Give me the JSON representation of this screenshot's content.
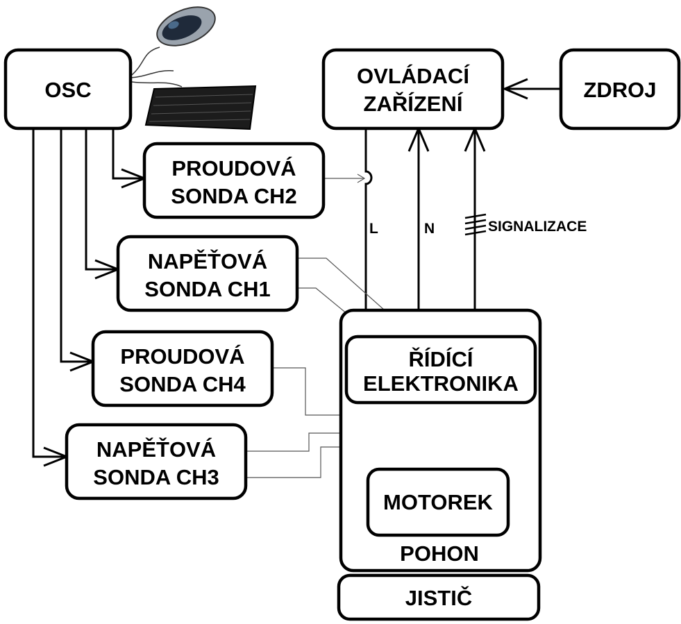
{
  "osc": "OSC",
  "control": {
    "line1": "OVLÁDACÍ",
    "line2": "ZAŘÍZENÍ"
  },
  "source": "ZDROJ",
  "probe_ch2": {
    "line1": "PROUDOVÁ",
    "line2": "SONDA CH2"
  },
  "probe_ch1": {
    "line1": "NAPĚŤOVÁ",
    "line2": "SONDA CH1"
  },
  "probe_ch4": {
    "line1": "PROUDOVÁ",
    "line2": "SONDA CH4"
  },
  "probe_ch3": {
    "line1": "NAPĚŤOVÁ",
    "line2": "SONDA CH3"
  },
  "electronics": {
    "line1": "ŘÍDÍCÍ",
    "line2": "ELEKTRONIKA"
  },
  "motor": "MOTOREK",
  "drive": "POHON",
  "breaker": "JISTIČ",
  "wire_labels": {
    "line": "L",
    "neutral": "N",
    "signal": "SIGNALIZACE"
  },
  "icons": [
    "mouse-icon",
    "keyboard-icon"
  ]
}
